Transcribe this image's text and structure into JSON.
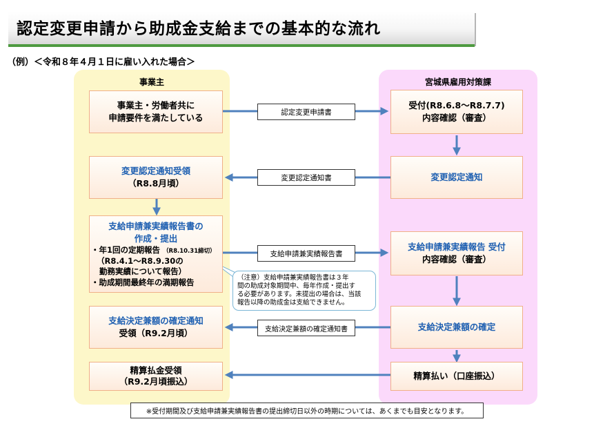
{
  "header": {
    "title": "認定変更申請から助成金支給までの基本的な流れ",
    "example": "（例）＜令和８年４月１日に雇い入れた場合＞"
  },
  "columns": {
    "left": "事業主",
    "right": "宮城県雇用対策課"
  },
  "left_boxes": {
    "requirements": [
      "事業主・労働者共に",
      "申請要件を満たしている"
    ],
    "notice_received": [
      "変更認定通知受領",
      "（R8.8月頃）"
    ],
    "report": {
      "title": [
        "支給申請兼実績報告書の",
        "作成・提出"
      ],
      "item1": "・年1回の定期報告",
      "item1_small": "（R8.10.31締切）",
      "item2": "（R8.4.1～R8.9.30の",
      "item3": "勤務実績について報告）",
      "item4": "・助成期間最終年の満期報告"
    },
    "decision_received": [
      "支給決定兼額の確定通知",
      "受領（R9.2月頃）"
    ],
    "settlement_received": [
      "精算払金受領",
      "（R9.2月頃振込）"
    ]
  },
  "right_boxes": {
    "reception": [
      "受付(R8.6.8～R8.7.7)",
      "内容確認（審査）"
    ],
    "change_notice": "変更認定通知",
    "report_reception": [
      "支給申請兼実績報告 受付",
      "内容確認（審査）"
    ],
    "decision": "支給決定兼額の確定",
    "settlement": "精算払い（口座振込）"
  },
  "documents": {
    "doc1": "認定変更申請書",
    "doc2": "変更認定通知書",
    "doc3": "支給申請兼実績報告書",
    "doc4": "支給決定兼額の確定通知書"
  },
  "note": [
    "（注意）支給申請兼実績報告書は３年",
    "間の助成対象期間中、毎年作成・提出す",
    "る必要があります。未提出の場合は、当該",
    "報告以降の助成金は支給できません。"
  ],
  "footnote": "※受付期間及び支給申請兼実績報告書の提出締切日以外の時期については、あくまでも目安となります。",
  "colors": {
    "arrow": "#4f81bd",
    "left_panel": "#fdf7c9",
    "right_panel": "#fbd9fb",
    "box_border": "#f0b088",
    "highlight_text": "#1d5fb1",
    "title_rule": "#4e9a40"
  }
}
